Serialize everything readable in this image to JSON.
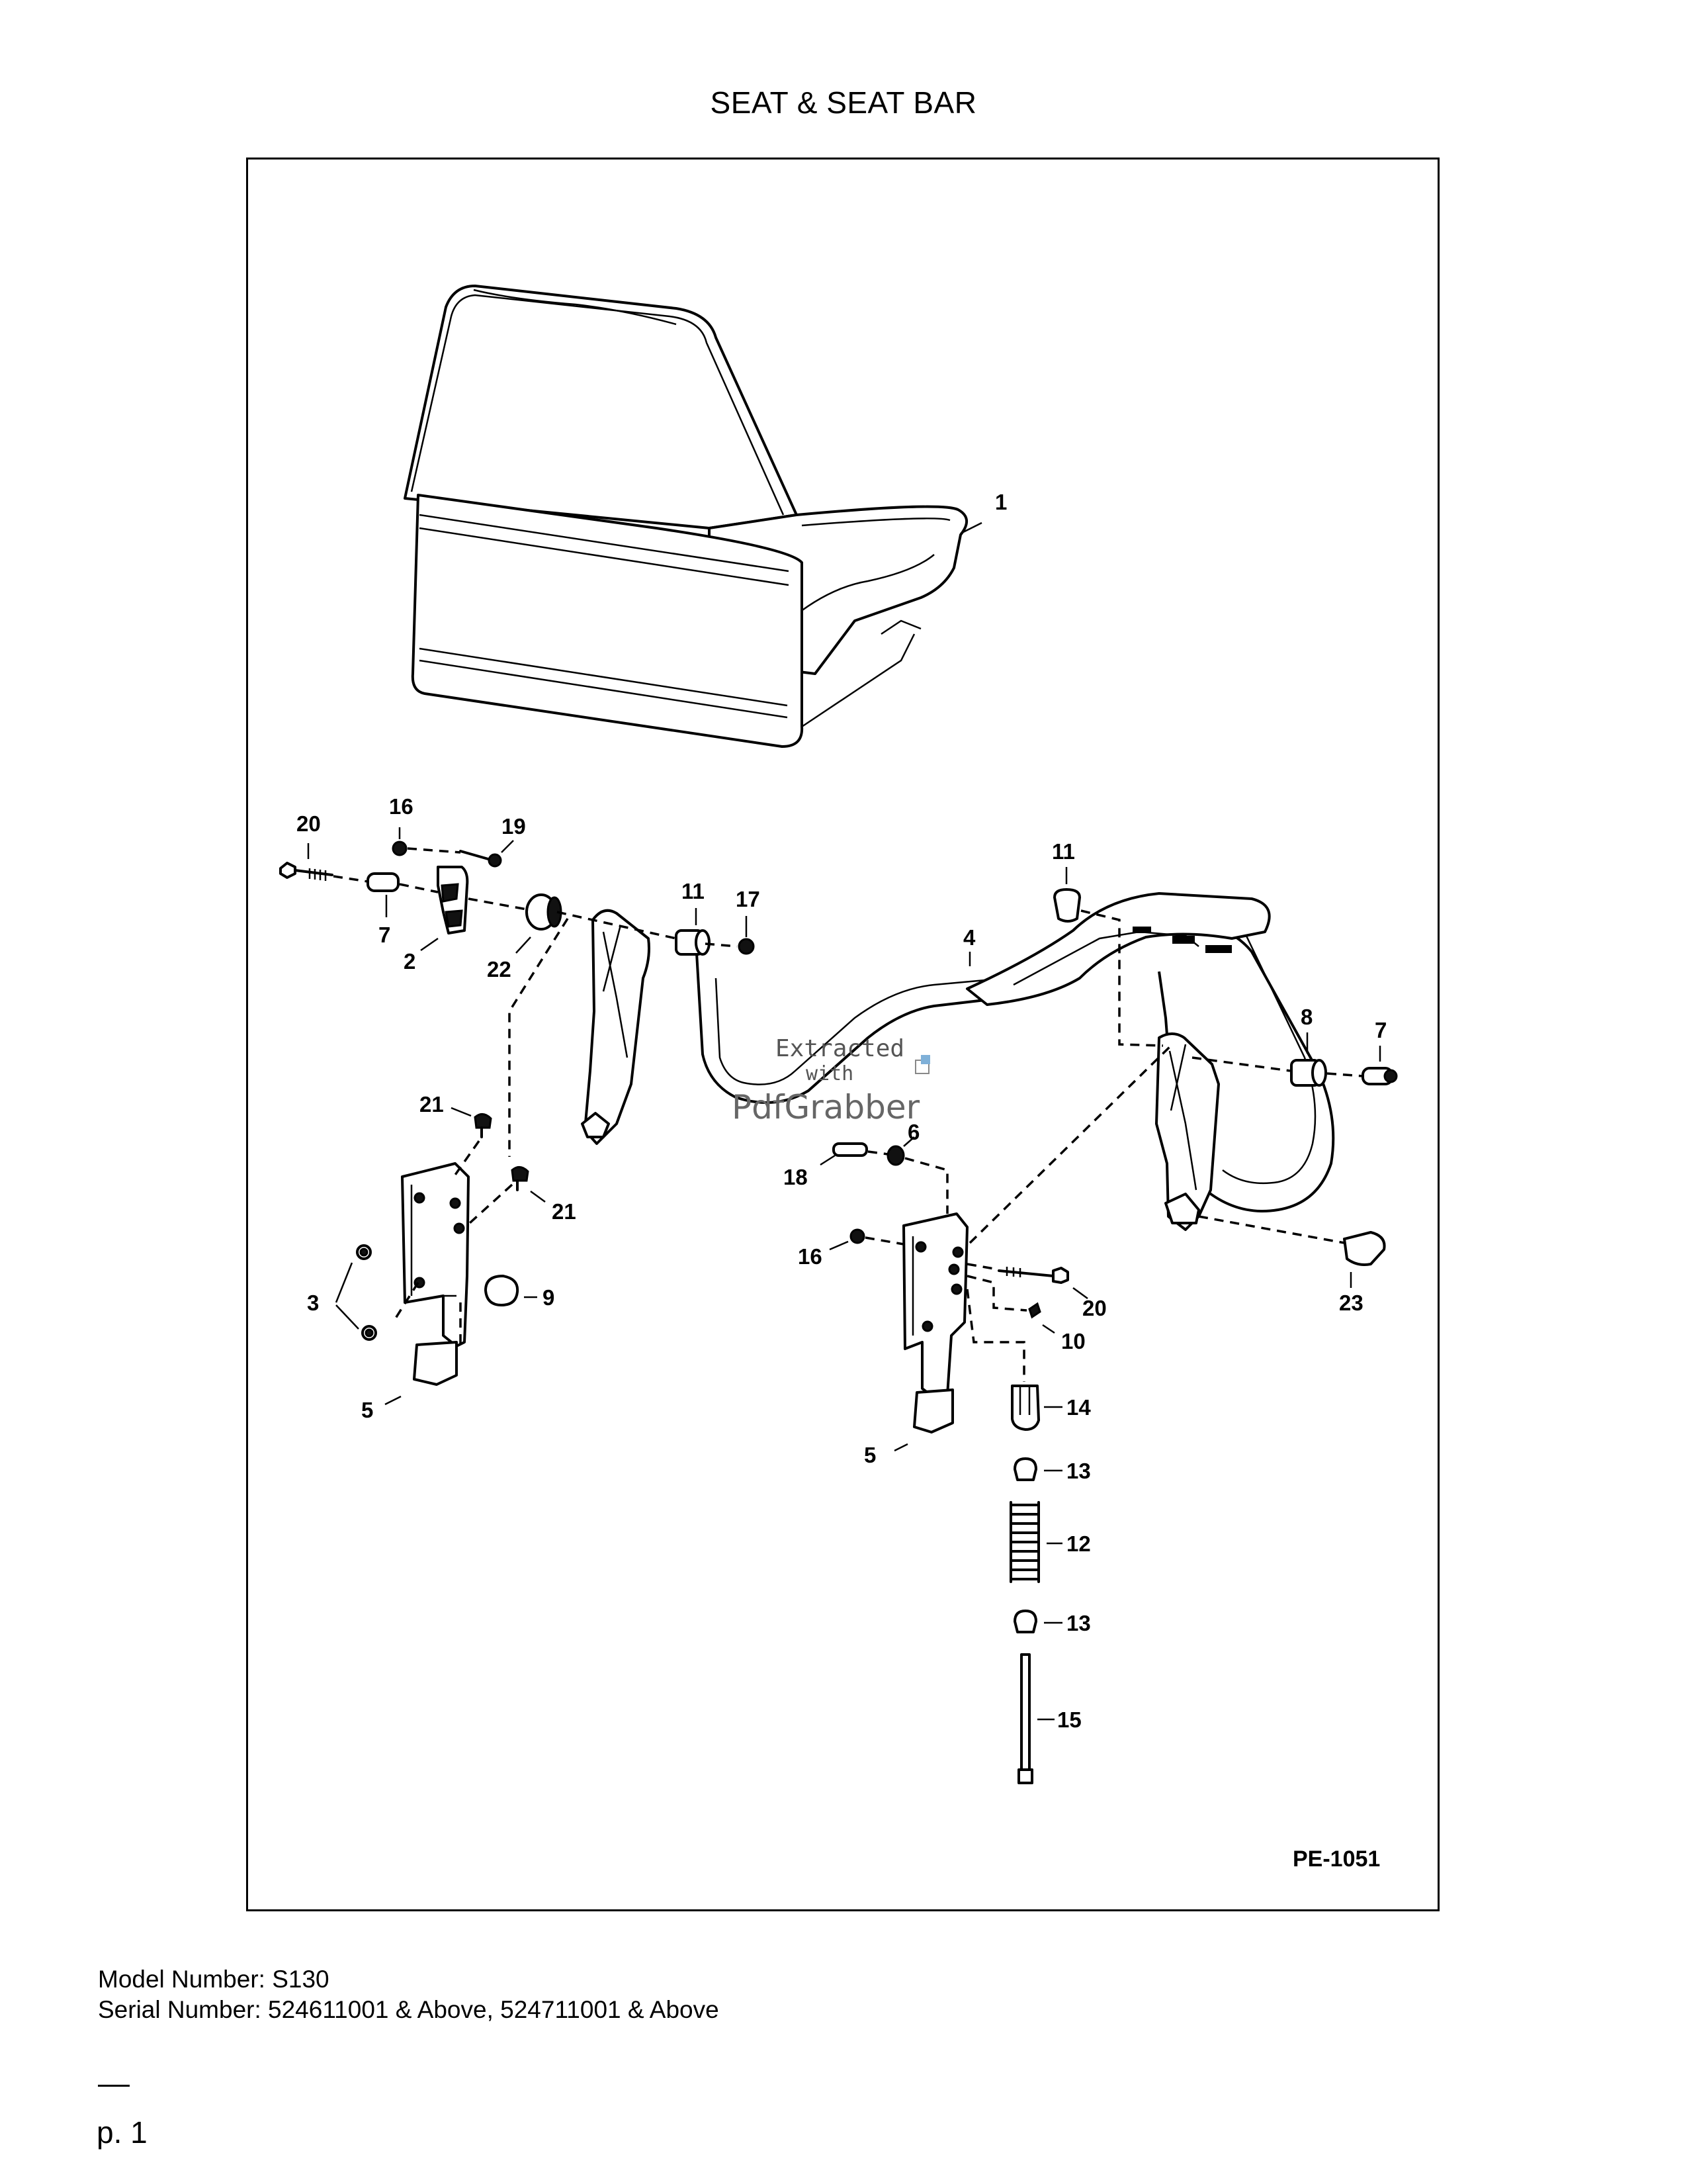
{
  "page": {
    "title": "SEAT & SEAT BAR",
    "model_line": "Model Number: S130",
    "serial_line": "Serial Number: 524611001 & Above, 524711001 & Above",
    "page_number": "p. 1"
  },
  "diagram": {
    "figure_code": "PE-1051",
    "watermark": {
      "line1": "Extracted",
      "line2": "with",
      "line3": "PdfGrabber"
    },
    "callouts": {
      "c1": "1",
      "c20a": "20",
      "c16a": "16",
      "c19": "19",
      "c7a": "7",
      "c2": "2",
      "c22": "22",
      "c11a": "11",
      "c17": "17",
      "c11b": "11",
      "c4": "4",
      "c8": "8",
      "c7b": "7",
      "c21a": "21",
      "c21b": "21",
      "c3": "3",
      "c9": "9",
      "c5a": "5",
      "c18": "18",
      "c6": "6",
      "c16b": "16",
      "c20b": "20",
      "c10": "10",
      "c23": "23",
      "c5b": "5",
      "c14": "14",
      "c13a": "13",
      "c12": "12",
      "c13b": "13",
      "c15": "15"
    }
  }
}
